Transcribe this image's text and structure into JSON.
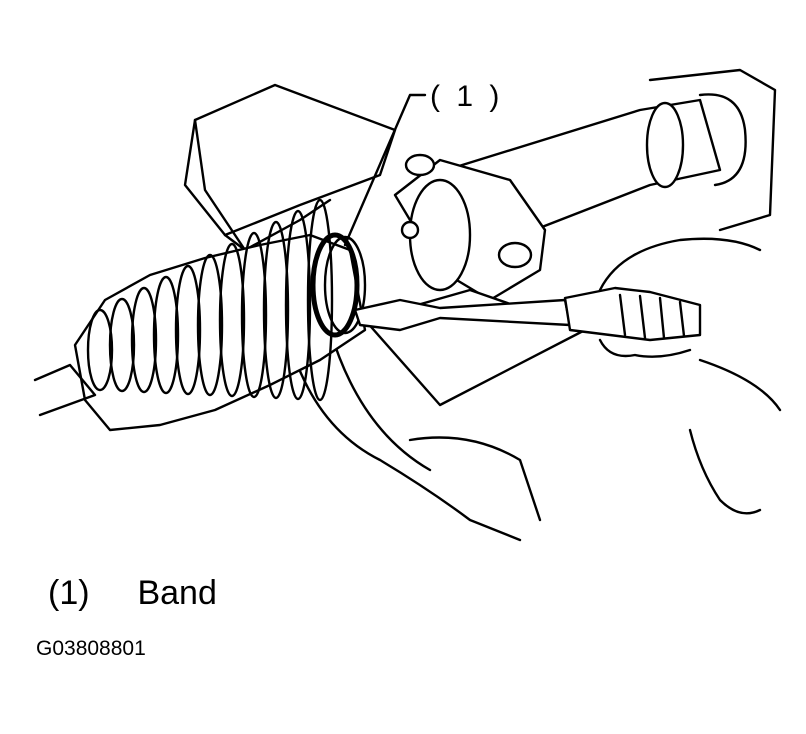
{
  "callout": {
    "label": "( 1 )"
  },
  "legend": {
    "items": [
      {
        "number": "(1)",
        "text": "Band"
      }
    ]
  },
  "figure_id": "G03808801"
}
